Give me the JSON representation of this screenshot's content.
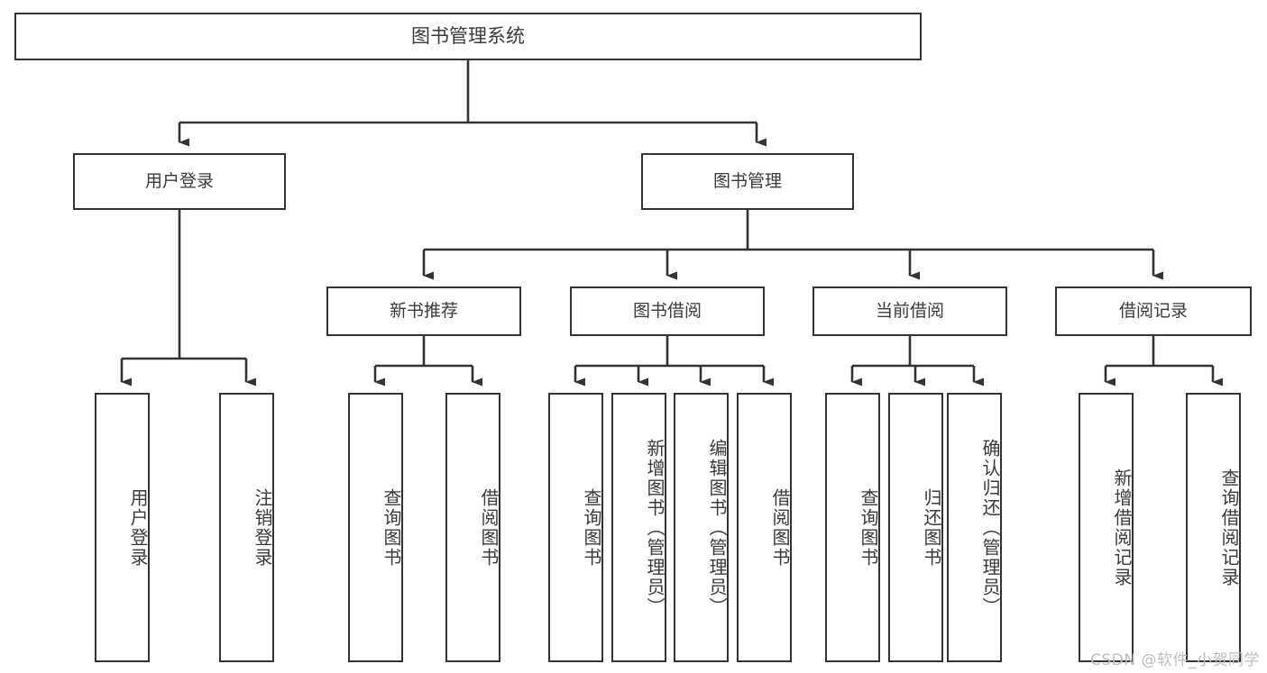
{
  "diagram": {
    "title": "图书管理系统",
    "type": "hierarchy-tree",
    "watermark": "CSDN @软件_小贺同学",
    "colors": {
      "stroke": "#333333",
      "text": "#3a3a3a",
      "background": "#ffffff",
      "watermark": "#bdbdbd"
    },
    "nodes": {
      "root": {
        "label": "图书管理系统"
      },
      "level2": [
        {
          "id": "user-login",
          "label": "用户登录"
        },
        {
          "id": "book-management",
          "label": "图书管理"
        }
      ],
      "level3": [
        {
          "id": "new-book-recommend",
          "label": "新书推荐"
        },
        {
          "id": "book-borrow",
          "label": "图书借阅"
        },
        {
          "id": "current-borrow",
          "label": "当前借阅"
        },
        {
          "id": "borrow-record",
          "label": "借阅记录"
        }
      ],
      "leaves": {
        "user-login": [
          {
            "id": "leaf-user-login",
            "label": "用户登录"
          },
          {
            "id": "leaf-logout-login",
            "label": "注销登录"
          }
        ],
        "new-book-recommend": [
          {
            "id": "leaf-query-book-1",
            "label": "查询图书"
          },
          {
            "id": "leaf-borrow-book-1",
            "label": "借阅图书"
          }
        ],
        "book-borrow": [
          {
            "id": "leaf-query-book-2",
            "label": "查询图书"
          },
          {
            "id": "leaf-add-book",
            "label": "新增图书（管理员）"
          },
          {
            "id": "leaf-edit-book",
            "label": "编辑图书（管理员）"
          },
          {
            "id": "leaf-borrow-book-2",
            "label": "借阅图书"
          }
        ],
        "current-borrow": [
          {
            "id": "leaf-query-book-3",
            "label": "查询图书"
          },
          {
            "id": "leaf-return-book",
            "label": "归还图书"
          },
          {
            "id": "leaf-confirm-return",
            "label": "确认归还（管理员）"
          }
        ],
        "borrow-record": [
          {
            "id": "leaf-add-record",
            "label": "新增借阅记录"
          },
          {
            "id": "leaf-query-record",
            "label": "查询借阅记录"
          }
        ]
      }
    }
  }
}
